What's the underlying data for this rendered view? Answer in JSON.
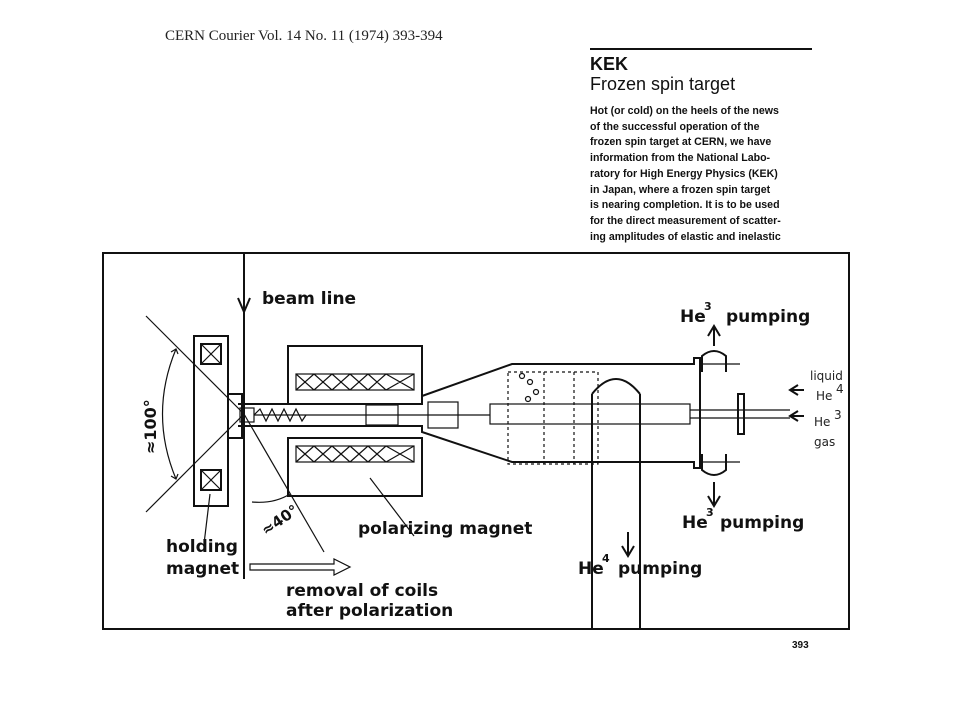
{
  "header": {
    "citation": "CERN Courier   Vol. 14 No. 11 (1974) 393-394"
  },
  "article": {
    "kicker": "KEK",
    "title": "Frozen spin target",
    "body_lines": [
      "Hot (or cold) on the heels of the news",
      "of the successful operation of the",
      "frozen spin target at CERN, we have",
      "information from the National Labo-",
      "ratory for High Energy Physics (KEK)",
      "in Japan, where a frozen spin target",
      "is nearing completion. It is to be used",
      "for the direct measurement of scatter-",
      "ing amplitudes of elastic and inelastic"
    ]
  },
  "figure": {
    "beam_line": "beam line",
    "angle_100": "≈100°",
    "angle_40": "≈40°",
    "holding_magnet_1": "holding",
    "holding_magnet_2": "magnet",
    "polarizing_magnet": "polarizing magnet",
    "removal_1": "removal of coils",
    "removal_2": "after polarization",
    "he3_top": {
      "sym": "He",
      "sup": "3",
      "txt": "pumping"
    },
    "he3_bottom": {
      "sym": "He",
      "sup": "3",
      "txt": "pumping"
    },
    "he4_bottom": {
      "sym": "He",
      "sup": "4",
      "txt": "pumping"
    },
    "liquid_label": "liquid",
    "liquid_he": {
      "sym": "He",
      "sup": "4"
    },
    "gas_he": {
      "sym": "He",
      "sup": "3"
    },
    "gas_label": "gas"
  },
  "page_number": "393"
}
